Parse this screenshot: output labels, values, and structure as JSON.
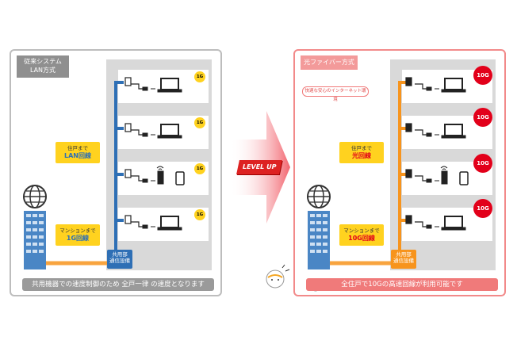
{
  "left": {
    "title_line1": "従来システム",
    "title_line2": "LAN方式",
    "room_label_line1": "住戸まで",
    "room_label_line2": "LAN回線",
    "building_label_line1": "マンションまで",
    "building_label_line2": "1G回線",
    "equipment_line1": "共用部",
    "equipment_line2": "通信設備",
    "speed_badges": [
      "1G",
      "1G",
      "1G",
      "1G"
    ],
    "footer": "共用機器での速度制御のため 全戸一律 の速度となります"
  },
  "right": {
    "title": "光ファイバー方式",
    "subtitle": "快適な安心のインターネット環境",
    "room_label_line1": "住戸まで",
    "room_label_line2": "光回線",
    "building_label_line1": "マンションまで",
    "building_label_line2": "10G回線",
    "equipment_line1": "共用部",
    "equipment_line2": "通信設備",
    "speed_badges": [
      "10G",
      "10G",
      "10G",
      "10G"
    ],
    "footer": "全住戸で10Gの高速回線が利用可能です"
  },
  "center": {
    "level_up": "LEVEL UP"
  },
  "colors": {
    "lan_blue": "#2e6fb5",
    "fiber_orange": "#f7941d",
    "badge_yellow": "#ffd21f",
    "badge_red": "#e2001a",
    "right_accent": "#f07a7a",
    "gray": "#8f8f8f"
  }
}
